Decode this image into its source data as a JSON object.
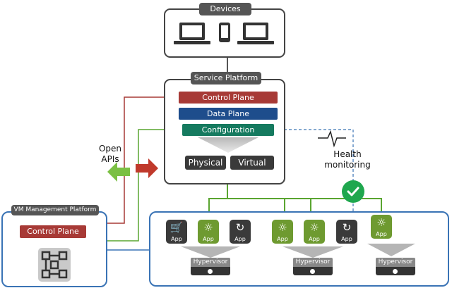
{
  "devices": {
    "title": "Devices",
    "icons": [
      "laptop-icon",
      "phone-icon",
      "laptop-icon"
    ]
  },
  "service_platform": {
    "title": "Service Platform",
    "control_plane": "Control Plane",
    "data_plane": "Data Plane",
    "configuration": "Configuration",
    "physical": "Physical",
    "virtual": "Virtual"
  },
  "open_apis": "Open\nAPIs",
  "health": {
    "label": "Health\nmonitoring",
    "icon": "checkmark-icon"
  },
  "vm_platform": {
    "title": "VM Management Platform",
    "control_plane": "Control Plane",
    "icon": "network-icon"
  },
  "hosts": {
    "app_label": "App",
    "hypervisor_label": "Hypervisor",
    "groups": [
      {
        "apps": [
          {
            "icon": "cart-icon",
            "color": "#3a3a3a"
          },
          {
            "icon": "sun-icon",
            "color": "#6e9a30"
          },
          {
            "icon": "refresh-icon",
            "color": "#3a3a3a"
          }
        ]
      },
      {
        "apps": [
          {
            "icon": "sun-icon",
            "color": "#6e9a30"
          },
          {
            "icon": "sun-icon",
            "color": "#6e9a30"
          },
          {
            "icon": "refresh-icon",
            "color": "#3a3a3a"
          }
        ]
      },
      {
        "apps": [
          {
            "icon": "sun-icon",
            "color": "#6e9a30"
          }
        ]
      }
    ]
  },
  "colors": {
    "control_plane": "#a73a36",
    "data_plane": "#1e4d8c",
    "configuration": "#157a5f",
    "green": "#5aa531",
    "health_check": "#1fa74e",
    "api_arrow_green": "#7bc043",
    "api_arrow_red": "#c0392b",
    "blue_line": "#3a73b5"
  }
}
